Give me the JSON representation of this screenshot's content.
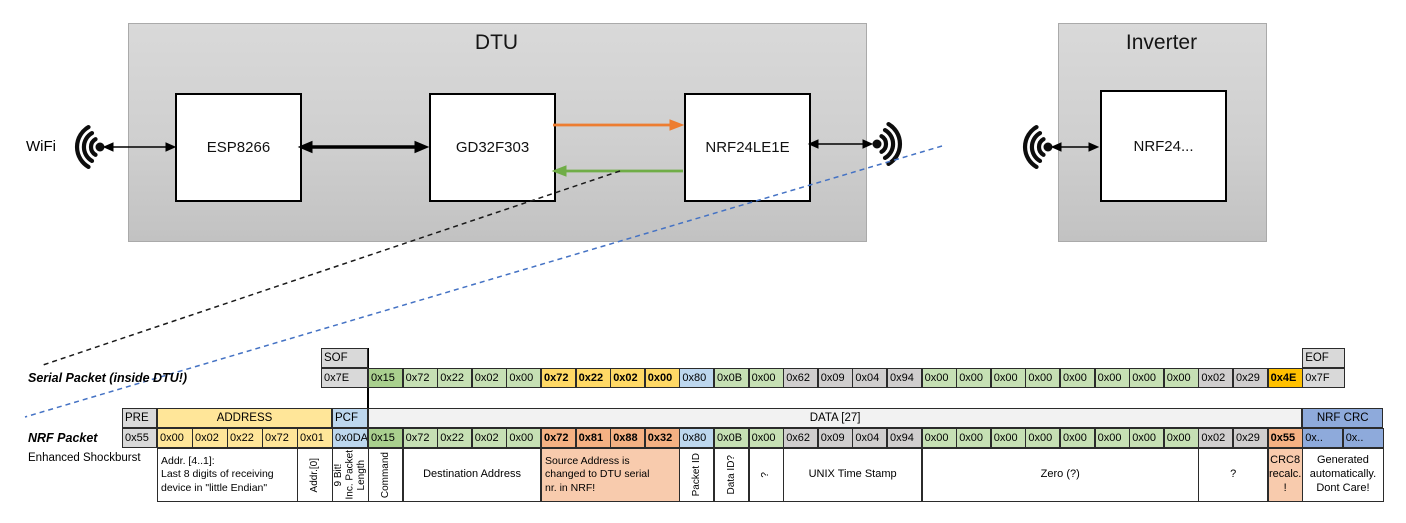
{
  "diagram": {
    "wifi_label": "WiFi",
    "dtu": {
      "title": "DTU",
      "components": [
        "ESP8266",
        "GD32F303",
        "NRF24LE1E"
      ]
    },
    "inverter": {
      "title": "Inverter",
      "component": "NRF24..."
    }
  },
  "palette": {
    "orange_arrow": "#ED7D31",
    "green_arrow": "#70AD47",
    "blue_dashed": "#4472C4",
    "green_light": "#C6E0B4",
    "green_dark": "#A9D08E",
    "gold": "#FFD966",
    "amber": "#FFC000",
    "blue_light": "#BDD7EE",
    "blue_crc": "#8EAADB",
    "gray_cell": "#D0CECE",
    "salmon": "#F4B183",
    "salmon_light": "#F8CBAD",
    "yellow_addr": "#FFE699"
  },
  "serial_packet": {
    "label": "Serial Packet (inside DTU!)",
    "sof": {
      "header": "SOF",
      "value": "0x7E"
    },
    "eof": {
      "header": "EOF",
      "value": "0x7F"
    },
    "bytes": [
      {
        "v": "0x15",
        "c": "g1"
      },
      {
        "v": "0x72",
        "c": "g"
      },
      {
        "v": "0x22",
        "c": "g"
      },
      {
        "v": "0x02",
        "c": "g"
      },
      {
        "v": "0x00",
        "c": "g"
      },
      {
        "v": "0x72",
        "c": "y"
      },
      {
        "v": "0x22",
        "c": "y"
      },
      {
        "v": "0x02",
        "c": "y"
      },
      {
        "v": "0x00",
        "c": "y"
      },
      {
        "v": "0x80",
        "c": "b"
      },
      {
        "v": "0x0B",
        "c": "g"
      },
      {
        "v": "0x00",
        "c": "g"
      },
      {
        "v": "0x62",
        "c": "gr"
      },
      {
        "v": "0x09",
        "c": "gr"
      },
      {
        "v": "0x04",
        "c": "gr"
      },
      {
        "v": "0x94",
        "c": "gr"
      },
      {
        "v": "0x00",
        "c": "g"
      },
      {
        "v": "0x00",
        "c": "g"
      },
      {
        "v": "0x00",
        "c": "g"
      },
      {
        "v": "0x00",
        "c": "g"
      },
      {
        "v": "0x00",
        "c": "g"
      },
      {
        "v": "0x00",
        "c": "g"
      },
      {
        "v": "0x00",
        "c": "g"
      },
      {
        "v": "0x00",
        "c": "g"
      },
      {
        "v": "0x02",
        "c": "gr"
      },
      {
        "v": "0x29",
        "c": "gr"
      },
      {
        "v": "0x4E",
        "c": "o"
      }
    ]
  },
  "nrf_packet": {
    "label": "NRF Packet",
    "sublabel": "Enhanced Shockburst",
    "pre": {
      "header": "PRE",
      "value": "0x55"
    },
    "address": {
      "header": "ADDRESS",
      "values": [
        "0x00",
        "0x02",
        "0x22",
        "0x72",
        "0x01"
      ]
    },
    "pcf": {
      "header": "PCF",
      "value": "0x0DA"
    },
    "data_header": "DATA [27]",
    "bytes": [
      {
        "v": "0x15",
        "c": "g1"
      },
      {
        "v": "0x72",
        "c": "g"
      },
      {
        "v": "0x22",
        "c": "g"
      },
      {
        "v": "0x02",
        "c": "g"
      },
      {
        "v": "0x00",
        "c": "g"
      },
      {
        "v": "0x72",
        "c": "s"
      },
      {
        "v": "0x81",
        "c": "s"
      },
      {
        "v": "0x88",
        "c": "s"
      },
      {
        "v": "0x32",
        "c": "s"
      },
      {
        "v": "0x80",
        "c": "b"
      },
      {
        "v": "0x0B",
        "c": "g"
      },
      {
        "v": "0x00",
        "c": "g"
      },
      {
        "v": "0x62",
        "c": "gr"
      },
      {
        "v": "0x09",
        "c": "gr"
      },
      {
        "v": "0x04",
        "c": "gr"
      },
      {
        "v": "0x94",
        "c": "gr"
      },
      {
        "v": "0x00",
        "c": "g"
      },
      {
        "v": "0x00",
        "c": "g"
      },
      {
        "v": "0x00",
        "c": "g"
      },
      {
        "v": "0x00",
        "c": "g"
      },
      {
        "v": "0x00",
        "c": "g"
      },
      {
        "v": "0x00",
        "c": "g"
      },
      {
        "v": "0x00",
        "c": "g"
      },
      {
        "v": "0x00",
        "c": "g"
      },
      {
        "v": "0x02",
        "c": "gr"
      },
      {
        "v": "0x29",
        "c": "gr"
      },
      {
        "v": "0x55",
        "c": "s"
      }
    ],
    "crc": {
      "header": "NRF CRC",
      "values": [
        "0x..",
        "0x.."
      ]
    }
  },
  "annotations": [
    {
      "col": 1,
      "span": 4,
      "text": "Addr. [4..1]:\nLast 8 digits of receiving\ndevice in \"little Endian\"",
      "bg": "white",
      "align": "left"
    },
    {
      "col": 5,
      "span": 1,
      "text": "Addr.[0]",
      "rot": true,
      "bg": "white"
    },
    {
      "col": 6,
      "span": 1,
      "text": "9 Bit!\nInc. Packet\nLength",
      "rot": true,
      "bg": "white"
    },
    {
      "col": 7,
      "span": 1,
      "text": "Command",
      "rot": true,
      "bg": "white"
    },
    {
      "col": 8,
      "span": 4,
      "text": "Destination Address",
      "bg": "white"
    },
    {
      "col": 12,
      "span": 4,
      "text": "Source Address is\nchanged to DTU serial\nnr. in NRF!",
      "bg": "salmon",
      "align": "left"
    },
    {
      "col": 16,
      "span": 1,
      "text": "Packet ID",
      "rot": true,
      "bg": "white"
    },
    {
      "col": 17,
      "span": 1,
      "text": "Data ID?",
      "rot": true,
      "bg": "white"
    },
    {
      "col": 18,
      "span": 1,
      "text": "?",
      "rot": true,
      "bg": "white"
    },
    {
      "col": 19,
      "span": 4,
      "text": "UNIX Time Stamp",
      "bg": "white"
    },
    {
      "col": 23,
      "span": 8,
      "text": "Zero (?)",
      "bg": "white"
    },
    {
      "col": 31,
      "span": 2,
      "text": "?",
      "bg": "white"
    },
    {
      "col": 33,
      "span": 1,
      "text": "CRC8\nrecalc.\n!",
      "bg": "salmon"
    },
    {
      "col": 34,
      "span": 2,
      "text": "Generated\nautomatically.\nDont Care!",
      "bg": "white"
    }
  ]
}
